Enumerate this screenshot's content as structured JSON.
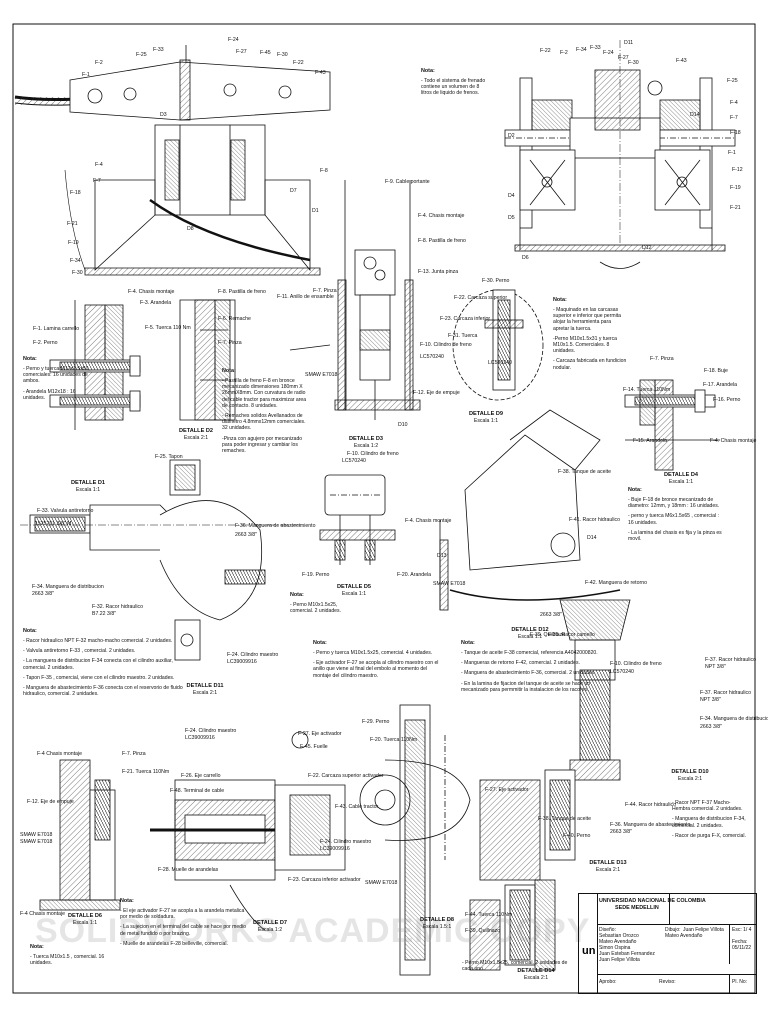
{
  "detail_labels": {
    "d1": {
      "name": "DETALLE D1",
      "scale": "Escala 1:1"
    },
    "d2": {
      "name": "DETALLE D2",
      "scale": "Escala 2:1"
    },
    "d3": {
      "name": "DETALLE D3",
      "scale": "Escala 1:2"
    },
    "d9": {
      "name": "DETALLE D9",
      "scale": "Escala 1:1"
    },
    "d4": {
      "name": "DETALLE D4",
      "scale": "Escala 1:1"
    },
    "d5": {
      "name": "DETALLE D5",
      "scale": "Escala 1:1"
    },
    "d11": {
      "name": "DETALLE D11",
      "scale": "Escala 2:1"
    },
    "d12": {
      "name": "DETALLE D12",
      "scale": "Escala 1:1"
    },
    "d10": {
      "name": "DETALLE D10",
      "scale": "Escala 2:1"
    },
    "d6": {
      "name": "DETALLE D6",
      "scale": "Escala 1:1"
    },
    "d7": {
      "name": "DETALLE D7",
      "scale": "Escala 1:2"
    },
    "d8": {
      "name": "DETALLE D8",
      "scale": "Escala 1.5:1"
    },
    "d13": {
      "name": "DETALLE D13",
      "scale": "Escala 2:1"
    },
    "d14": {
      "name": "DETALLE D14",
      "scale": "Escala 2:1"
    }
  },
  "callouts": {
    "top_left": [
      "F-24",
      "F-33",
      "F-27",
      "F-45",
      "F-30",
      "F-25",
      "F-2",
      "F-22",
      "F-43",
      "F-1",
      "F-4",
      "F-7",
      "F-18",
      "F-21",
      "F-19",
      "F-34",
      "F-30",
      "F-8",
      "D7",
      "D1",
      "D3",
      "D8"
    ],
    "top_right": [
      "D11",
      "F-22",
      "F-2",
      "F-34",
      "F-33",
      "F-24",
      "F-27",
      "F-30",
      "F-43",
      "F-25",
      "F-4",
      "F-7",
      "F-18",
      "F-1",
      "F-12",
      "F-19",
      "F-21",
      "D2",
      "D4",
      "D5",
      "D6",
      "D14",
      "D12"
    ],
    "d3": [
      "F-9. Cable portante",
      "F-4. Chasis montaje",
      "F-8. Pastilla de freno",
      "F-13. Junta pinza",
      "F-7. Pinza",
      "F-11. Anillo de ensamble",
      "F-10. Cilindro de freno",
      "LC570240",
      "F-12. Eje de empuje",
      "SMAW E7018",
      "D10"
    ],
    "d1": [
      "F-4. Chasis montaje",
      "F-3. Arandela",
      "F-5. Tuerca 110 Nm",
      "F-1. Lamina carrello",
      "F-2. Perno"
    ],
    "d2": [
      "F-8. Pastilla de freno",
      "F-6. Remache",
      "F-7. Pinza"
    ],
    "d9": [
      "F-30. Perno",
      "F-22. Carcaza superior",
      "F-23. Carcaza inferior",
      "F-31. Tuerca",
      "LC570240"
    ],
    "d4": [
      "F-7. Pinza",
      "F-18. Buje",
      "F-17. Arandela",
      "F-14. Tuerca 110Nm",
      "F-16. Perno",
      "F-15. Arandela",
      "F-4. Chasis montaje"
    ],
    "d11": [
      "F-25. Tapon",
      "F-33. Valvula antiretorno",
      "1525761 3/8\" M",
      "F-36. Manguera de abastecimiento",
      "2663 3/8\"",
      "F-34. Manguera de distribucion",
      "2663 3/8\"",
      "F-32. Racor hidraulico",
      "B7.22 3/8\"",
      "F-24. Cilindro maestro",
      "LC39009916"
    ],
    "d5": [
      "F-10. Cilindro de freno",
      "LC570240",
      "F-4. Chasis montaje",
      "F-19. Perno",
      "F-20. Arandela"
    ],
    "d12": [
      "F-38. Tanque de aceite",
      "F-41. Racor hidraulico",
      "D13",
      "D14",
      "SMAW E7018",
      "F-42. Manguera de retorno",
      "2663 3/8\"",
      "F-39. Quillnazo",
      "F-35. Racor camello"
    ],
    "d10": [
      "F-10. Cilindro de freno",
      "LC570240",
      "F-37. Racor hidraulico",
      "NPT 3/8\"",
      "F-37. Racor hidraulico",
      "NPT 3/8\"",
      "F-34. Manguera de distribucion",
      "2663 3/8\""
    ],
    "d6": [
      "F-4 Chasis montaje",
      "F-7. Pinza",
      "F-21. Tuerca 110Nm",
      "F-12. Eje de empuje",
      "SMAW E7018",
      "SMAW E7018",
      "F-4 Chasis montaje"
    ],
    "d7": [
      "F-24. Cilindro maestro",
      "LC39009916",
      "F-26. Eje carrello",
      "F-48. Terminal de cable",
      "F-28. Muelle de arandelas",
      "F-27. Eje activador",
      "F-45. Fuelle",
      "F-22. Carcaza superior activador",
      "F-43. Cable tractor",
      "F-24. Cilindro maestro",
      "LC39009916",
      "F-23. Carcaza inferior activador"
    ],
    "d8": [
      "F-29. Perno",
      "F-20. Tuerca 110Nm",
      "F-27. Eje activador",
      "SMAW E7018"
    ],
    "d13": [
      "F-38. Tanque de aceite",
      "F-40. Perno",
      "F-44. Racor hidraulico",
      "F-36. Manguera de abastecimiento",
      "2663 3/8\""
    ],
    "d14": [
      "F-44. Tuerca 110Nm",
      "F-39. Quillnazo"
    ]
  },
  "notes": [
    {
      "id": "n_top",
      "title": "Nota:",
      "lines": [
        "- Todo el sistema de frenado contiene un volumen de 8 litros de liquido de frenos."
      ]
    },
    {
      "id": "n_d1",
      "title": "Nota:",
      "lines": [
        "- Perno y tuerca M12x1.5x50, comerciales: 16 unidades de ambos.",
        "- Arandela M12x18 : 16 unidades."
      ]
    },
    {
      "id": "n_d2",
      "title": "Nota:",
      "lines": [
        "- Pastilla de freno F-8 en bronce mecanizado dimensiones 180mm X 26mmX8mm. Con curvatura de radio del cable tractor para maximizar area de contacto. 8 unidades.",
        "- Remaches solidos Avellanados de diametro 4.8mmx12mm comerciales. 32 unidades.",
        "-Pinza con agujero por mecanizado para poder ingresar y cambiar los remaches."
      ]
    },
    {
      "id": "n_d9",
      "title": "Nota:",
      "lines": [
        "- Maquinado en las carcasas superior e inferior que permita alojar la herramienta para apretar la tuerca.",
        "-Perno M10x1.5x31 y tuerca M10x1.5. Comerciales. 8 unidades.",
        "- Carcaza fabricada en fundicion nodular."
      ]
    },
    {
      "id": "n_d4",
      "title": "Nota:",
      "lines": [
        "- Buje F-18 de bronce mecanizado de diametro: 12mm, y 18mm : 16 unidades.",
        "- perno y tuerca M6x1.5x65 , comercial : 16 unidades.",
        "- La lamina del chasis es fija y la pinza es movil."
      ]
    },
    {
      "id": "n_d5",
      "title": "Nota:",
      "lines": [
        "- Perno M10x1.5x25, comercial. 2 unidades."
      ]
    },
    {
      "id": "n_d11",
      "title": "Nota:",
      "lines": [
        "- Racor hidraulico NPT F-32 macho-macho comercial. 2 unidades.",
        "- Valvula antiretorno F-33 , comercial. 2 unidades.",
        "- La manguera de distribucion F-34 conecta con el cilindro auxiliar, comercial. 2 unidades.",
        "- Tapon F-35 , comercial, viene con el cilindro maestro. 2 unidades.",
        "- Manguera de abastecimiento F-36 conecta con el reservorio de fluido hidraulico, comercial. 2 unidades."
      ]
    },
    {
      "id": "n_mid",
      "title": "Nota:",
      "lines": [
        "- Perno y tuerca M10x1.5x25, comercial. 4 unidades.",
        "- Eje activador F-27 se acopla al cilindro maestro con el anillo que viene al final del embolo al momento del montaje del cilindro maestro."
      ]
    },
    {
      "id": "n_d12",
      "title": "Nota:",
      "lines": [
        "- Tanque de aceite F-38 comercial, referencia A4042000820.",
        "- Mangueras de retorno F-42, comercial. 2 unidades.",
        "- Manguera de abastecimiento F-36, comercial. 2 unidades.",
        "- En la lamina de fijacion del tanque de aceite se hace un mecanizado para permmitir la instalacion de los racores."
      ]
    },
    {
      "id": "n_d10",
      "title": "",
      "lines": [
        "- Racor NPT F-37 Macho-Hembra comercial. 2 unidades.",
        "- Manguera de distribucion F-34, comercial. 2 unidades.",
        "- Racor de purga F-X, comercial."
      ]
    },
    {
      "id": "n_d7",
      "title": "Nota:",
      "lines": [
        "- El eje activador F-27 se acopla a la arandela metalica por medio de soldadura.",
        "- La sujecion en el terminal del cable se hace por medio de metal fundido o por brazing.",
        "- Muelle de arandelas F-28 belleville, comercial."
      ]
    },
    {
      "id": "n_d6",
      "title": "Nota:",
      "lines": [
        "- Tuerca M10x1.5 , comercial. 16 unidades."
      ]
    },
    {
      "id": "n_d14",
      "title": "",
      "lines": [
        "- Perno M10x1.5x25, comercial. 2 unidades de cada uno."
      ]
    }
  ],
  "watermark": "SOLIDWORKS ACADEMIC COPY",
  "title_block": {
    "university": "UNIVERSIDAD NACIONAL DE COLOMBIA",
    "campus": "SEDE MEDELLIN",
    "designers_label": "Diseño:",
    "designers": [
      "Sebastian Orozco",
      "Mateo Avendaño",
      "Simon Ospina",
      "Juan Esteban Fernandez",
      "Juan Felipe Villota"
    ],
    "drawer_label": "Dibujo:",
    "drawer": "Juan Felipe Villota",
    "drawer2": "Mateo Avendaño",
    "escala": "Esc: 1/ 4",
    "fecha_label": "Fecha:",
    "fecha": "05/11/22",
    "aprobo": "Aprobo:",
    "reviso": "Reviso:",
    "plano_no": "Pl. No:"
  }
}
